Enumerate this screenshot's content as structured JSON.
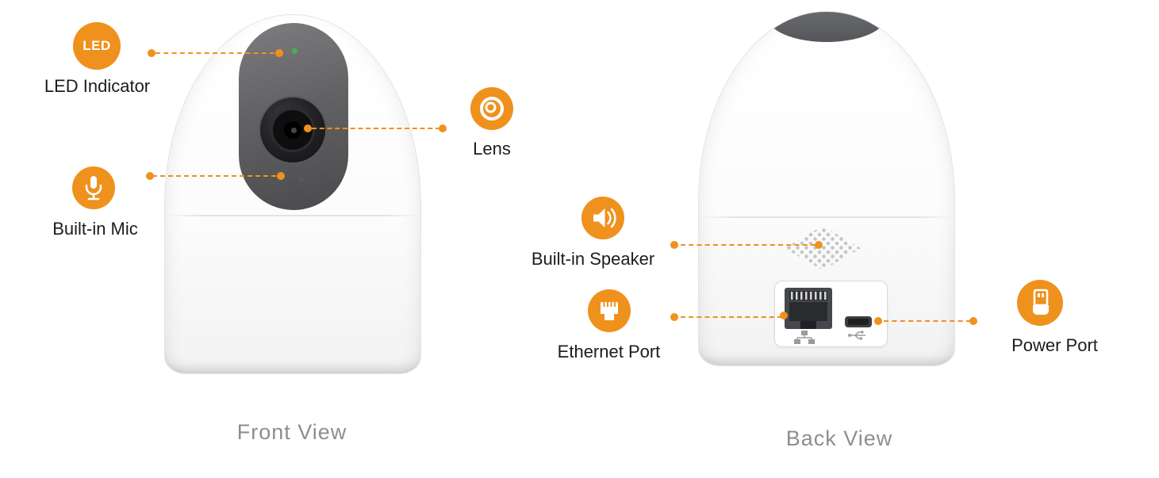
{
  "diagram_title": "Camera front and back view callout diagram",
  "colors": {
    "accent": "#EF911D",
    "caption_text": "#8E8E90",
    "led_green": "#46B34A"
  },
  "front": {
    "caption": "Front View",
    "led": {
      "badge": "LED",
      "label": "LED Indicator"
    },
    "mic": {
      "label": "Built-in Mic"
    },
    "lens": {
      "label": "Lens"
    }
  },
  "back": {
    "caption": "Back View",
    "speaker": {
      "label": "Built-in Speaker"
    },
    "ethernet": {
      "label": "Ethernet Port"
    },
    "power": {
      "label": "Power Port"
    }
  },
  "icons": {
    "led_badge": "led-badge",
    "mic": "microphone-icon",
    "lens": "lens-icon",
    "speaker": "speaker-icon",
    "ethernet": "ethernet-connector-icon",
    "power": "usb-plug-icon"
  }
}
